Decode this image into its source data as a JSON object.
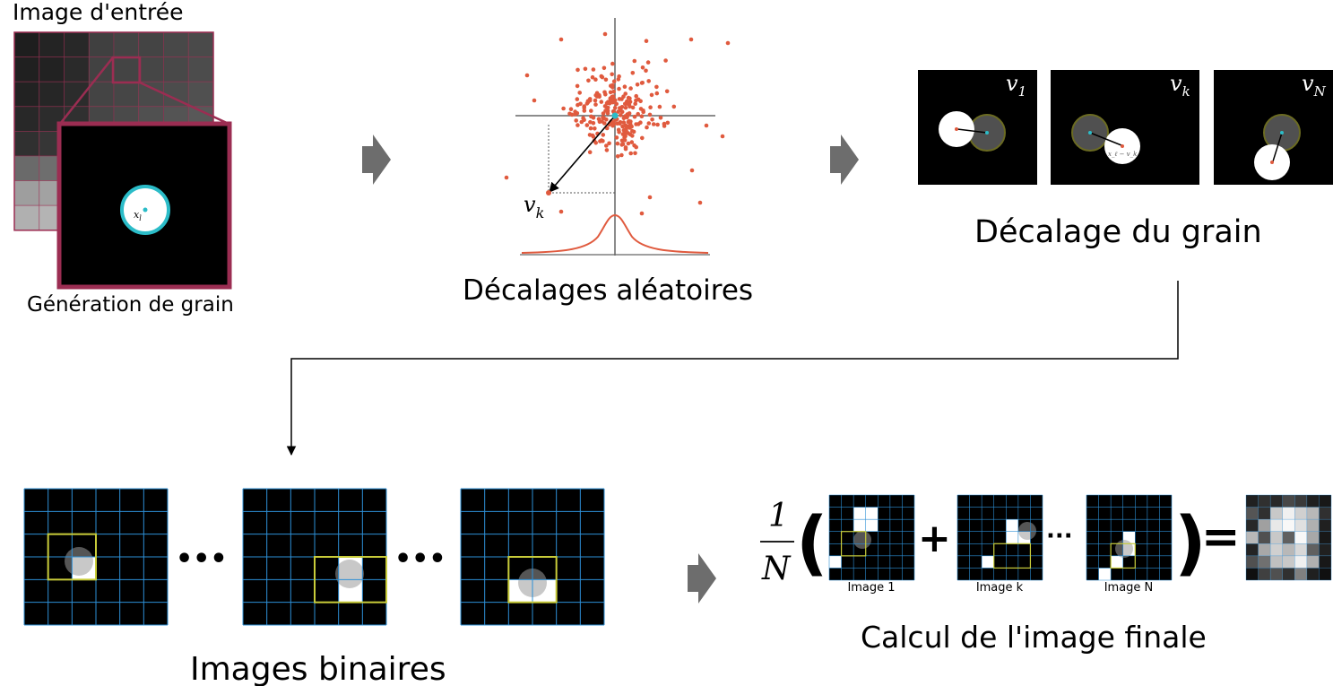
{
  "diagram": {
    "labels": {
      "input_image": "Image d'entrée",
      "grain_generation": "Génération de grain",
      "random_offsets": "Décalages aléatoires",
      "grain_shift": "Décalage du grain",
      "binary_images": "Images binaires",
      "final_image": "Calcul de l'image finale"
    },
    "math": {
      "x_l": "x",
      "x_l_sub": "l",
      "v_k": "v",
      "v_k_sub": "k",
      "v_1_sub": "1",
      "v_N_sub": "N",
      "offset_caption": "x_ℓ − v_k",
      "frac_num": "1",
      "frac_den": "N",
      "paren_open": "(",
      "paren_close": ")",
      "plus": "+",
      "equals": "=",
      "dots": "•••",
      "small_dots": "···"
    },
    "sum_labels": [
      "Image 1",
      "Image k",
      "Image N"
    ],
    "colors": {
      "grain_border": "#9b2d52",
      "grain_circle": "#2bbcc8",
      "offset_dots": "#e05a3e",
      "pixel_grid": "#2d8fd6",
      "window": "#c8cc3a",
      "arrow_gray": "#6d6d6d"
    }
  }
}
